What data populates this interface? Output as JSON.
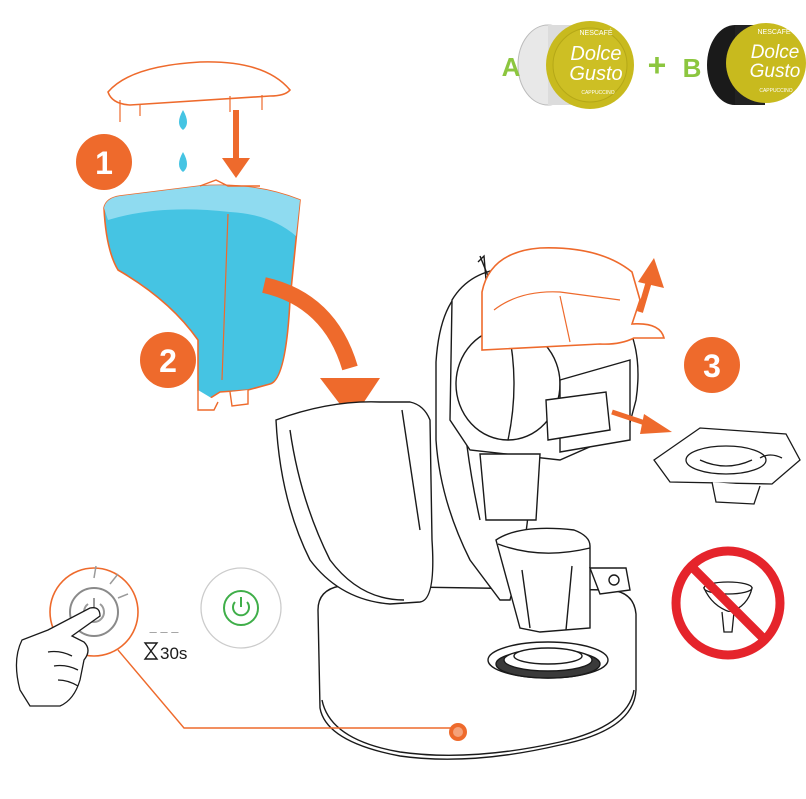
{
  "colors": {
    "accent": "#EE6A2C",
    "water": "#45C4E3",
    "green": "#8CC63F",
    "power_green": "#3FAE49",
    "capsule_yellow": "#C8BA1E",
    "line": "#1a1a1a",
    "forbidden_red": "#E5242B"
  },
  "steps": {
    "step1": "1",
    "step2": "2",
    "step3": "3"
  },
  "capsules": {
    "label_a": "A",
    "plus": "+",
    "label_b": "B",
    "brand_top": "NESCAFÉ",
    "brand_line1": "Dolce",
    "brand_line2": "Gusto",
    "variety": "CAPPUCCINO"
  },
  "timer": {
    "dashes": "– – –",
    "duration": "30s",
    "icon": "hourglass-icon"
  },
  "icons": [
    "water-drop-icon",
    "arrow-down-icon",
    "power-icon",
    "hand-icon",
    "no-symbol-icon",
    "hourglass-icon"
  ]
}
